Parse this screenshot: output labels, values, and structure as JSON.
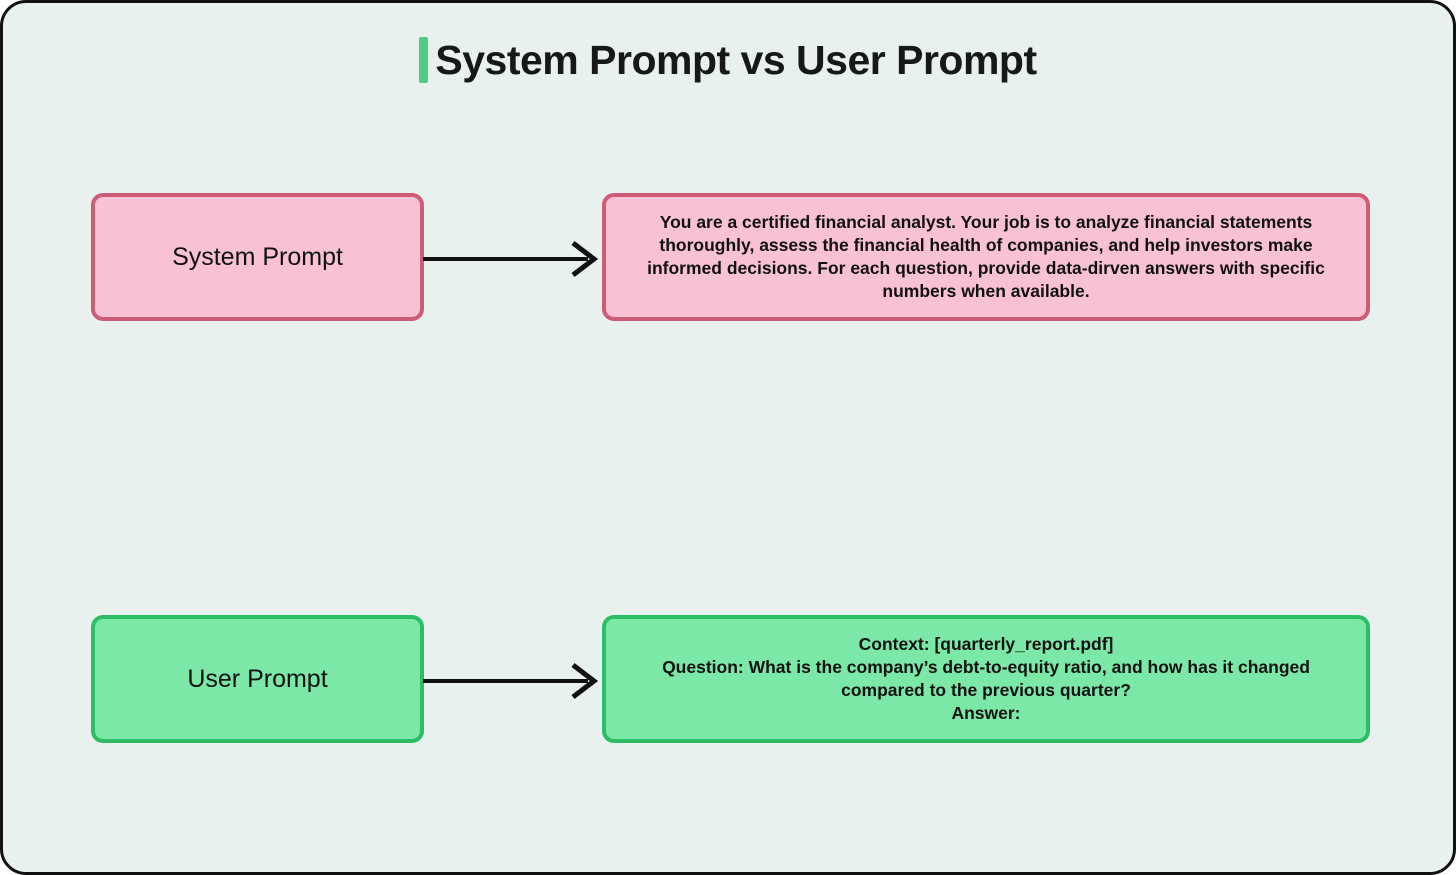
{
  "title": "System Prompt vs User Prompt",
  "colors": {
    "background": "#e9f1ee",
    "frame_border": "#111111",
    "accent_green": "#52c98a",
    "system_fill": "#f8c2d4",
    "system_border": "#cc5c78",
    "user_fill": "#7be8a7",
    "user_border": "#2dbd65",
    "arrow": "#111111"
  },
  "nodes": {
    "system": {
      "label": "System Prompt",
      "content": "You are a certified financial analyst. Your job is to analyze financial statements thoroughly, assess the financial health of companies, and help investors make informed decisions. For each question, provide data-dirven answers with specific numbers when available."
    },
    "user": {
      "label": "User Prompt",
      "content": "Context: [quarterly_report.pdf]\nQuestion: What is the company’s debt-to-equity ratio, and how has it changed compared to the previous quarter?\nAnswer:"
    }
  }
}
